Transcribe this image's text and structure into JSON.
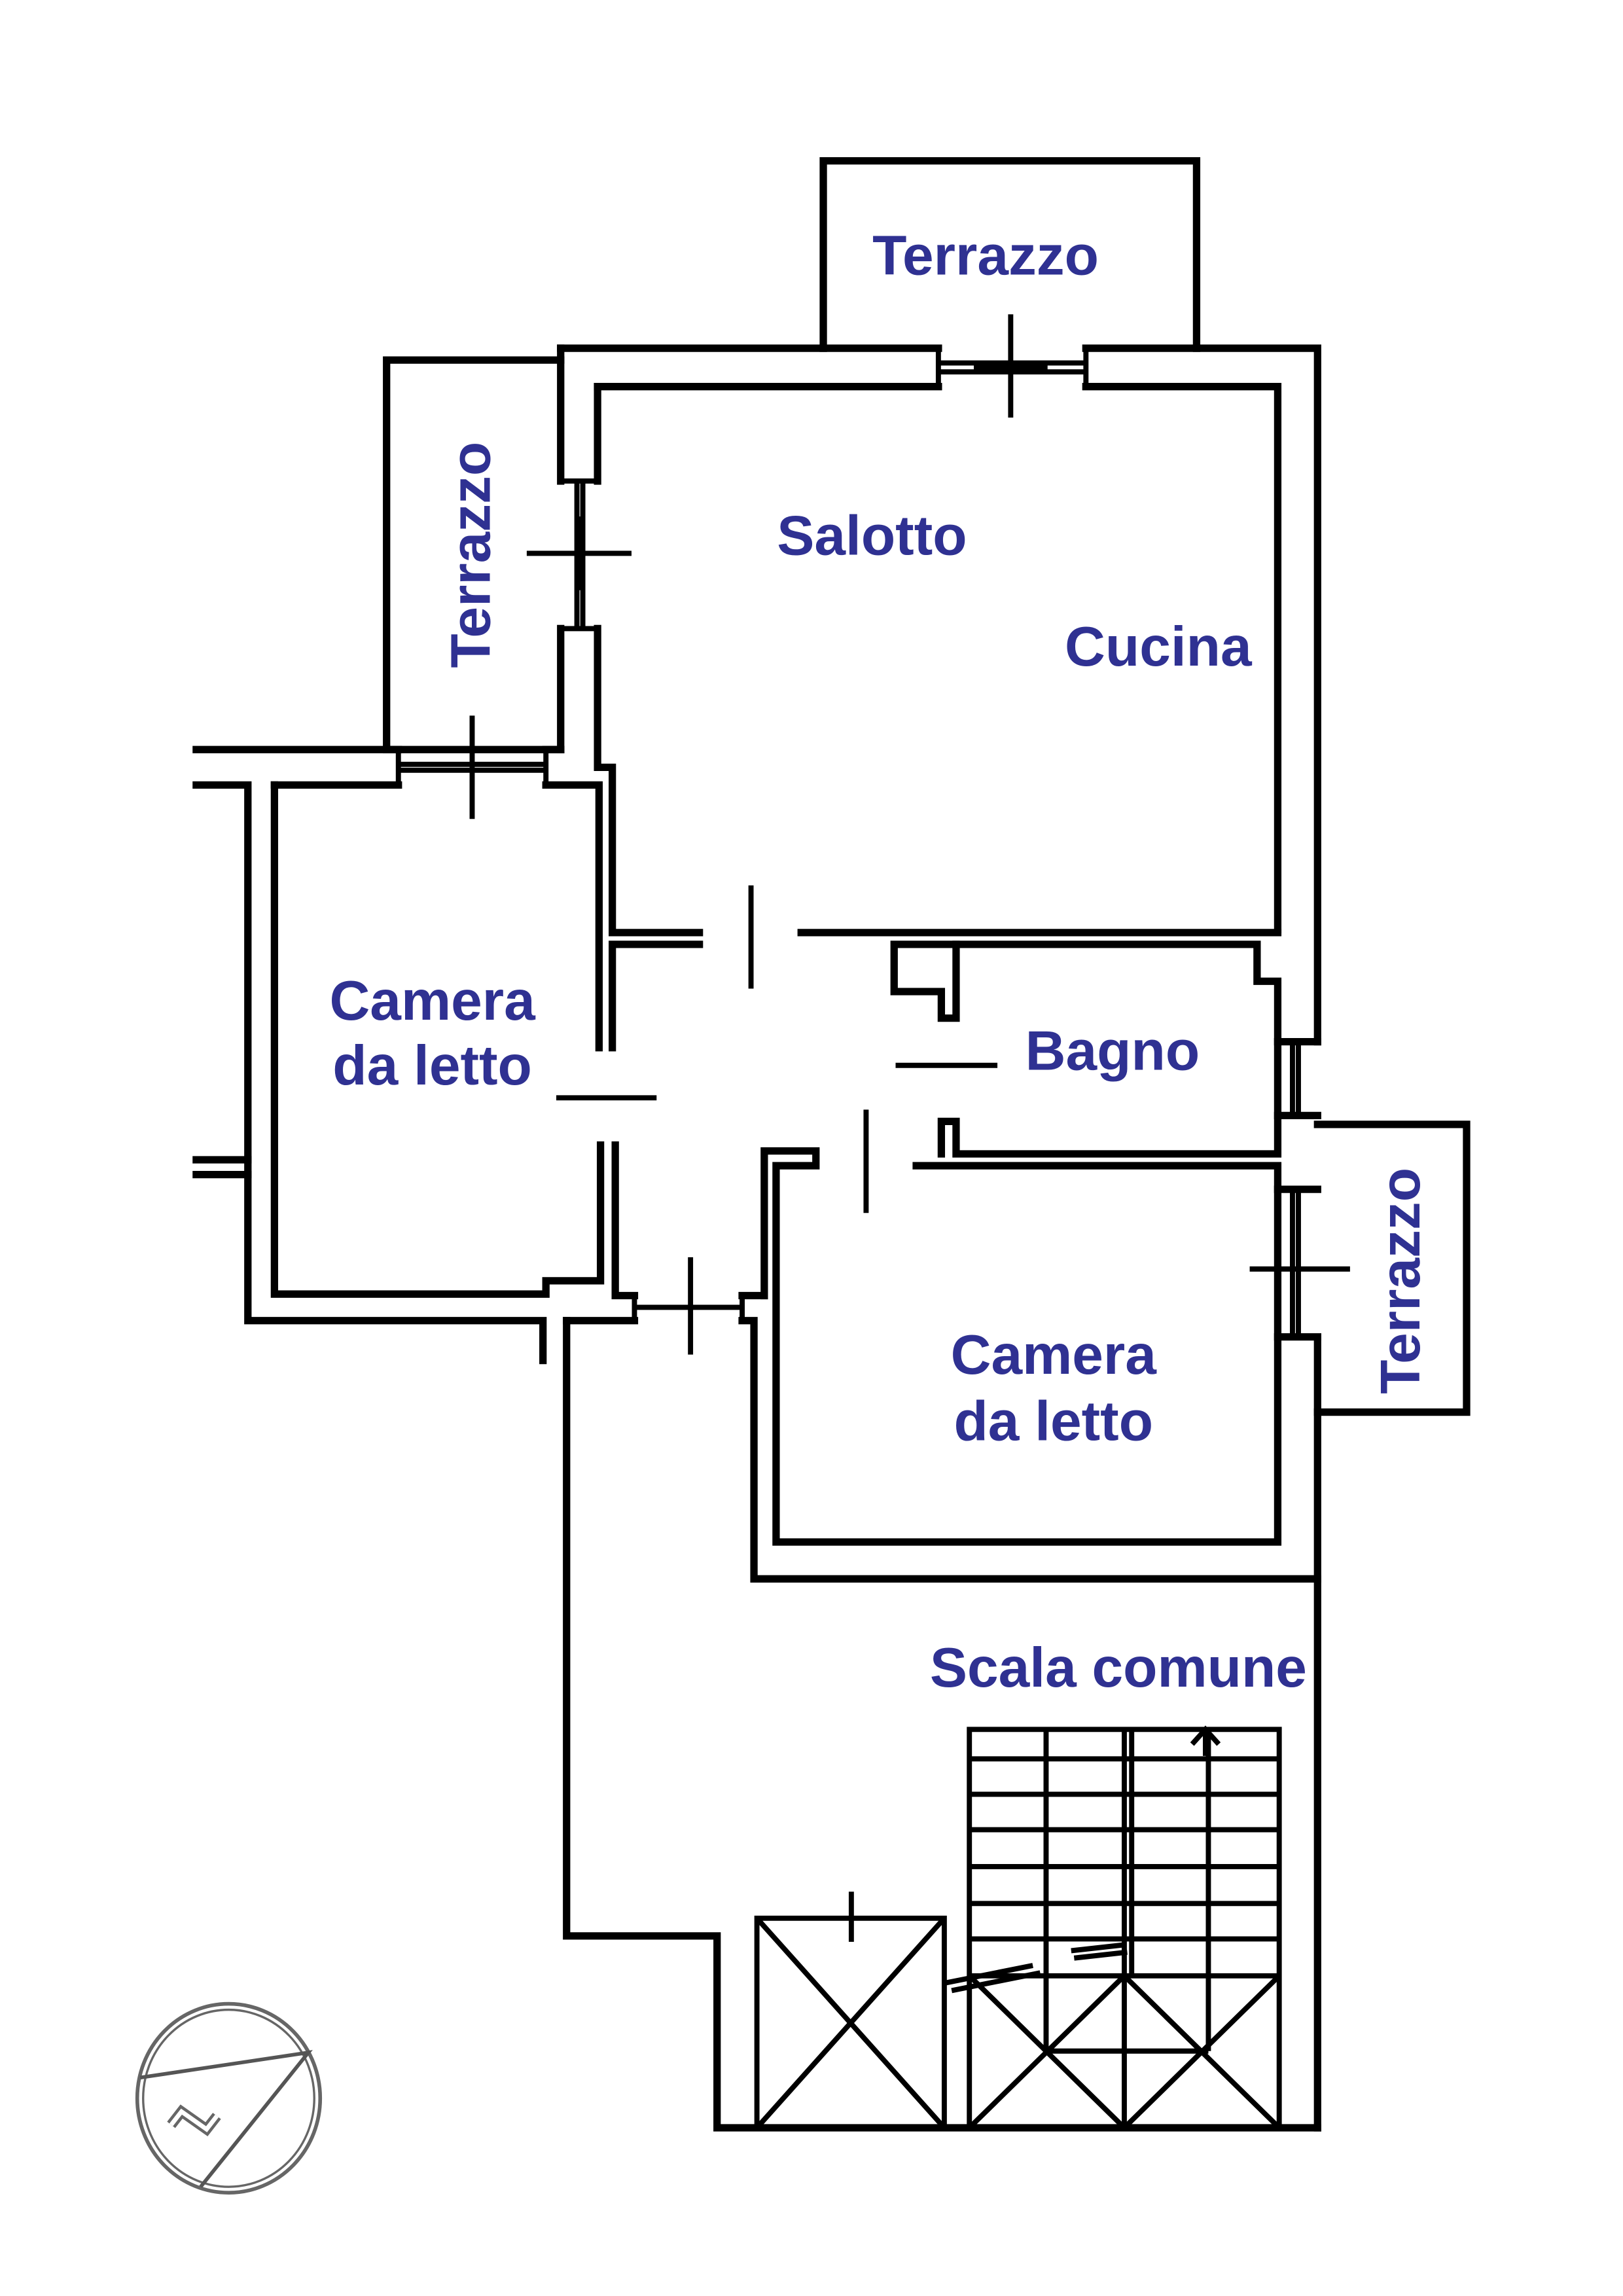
{
  "rooms": {
    "terrazzo_top": "Terrazzo",
    "terrazzo_left": "Terrazzo",
    "terrazzo_right": "Terrazzo",
    "salotto": "Salotto",
    "cucina": "Cucina",
    "camera_left": [
      "Camera",
      "da letto"
    ],
    "bagno": "Bagno",
    "camera_right": [
      "Camera",
      "da letto"
    ],
    "scala": "Scala comune"
  },
  "compass": {
    "icon": "north-arrow-icon",
    "glyph": "N"
  },
  "colors": {
    "label": "#2f3192",
    "line": "#000000"
  }
}
